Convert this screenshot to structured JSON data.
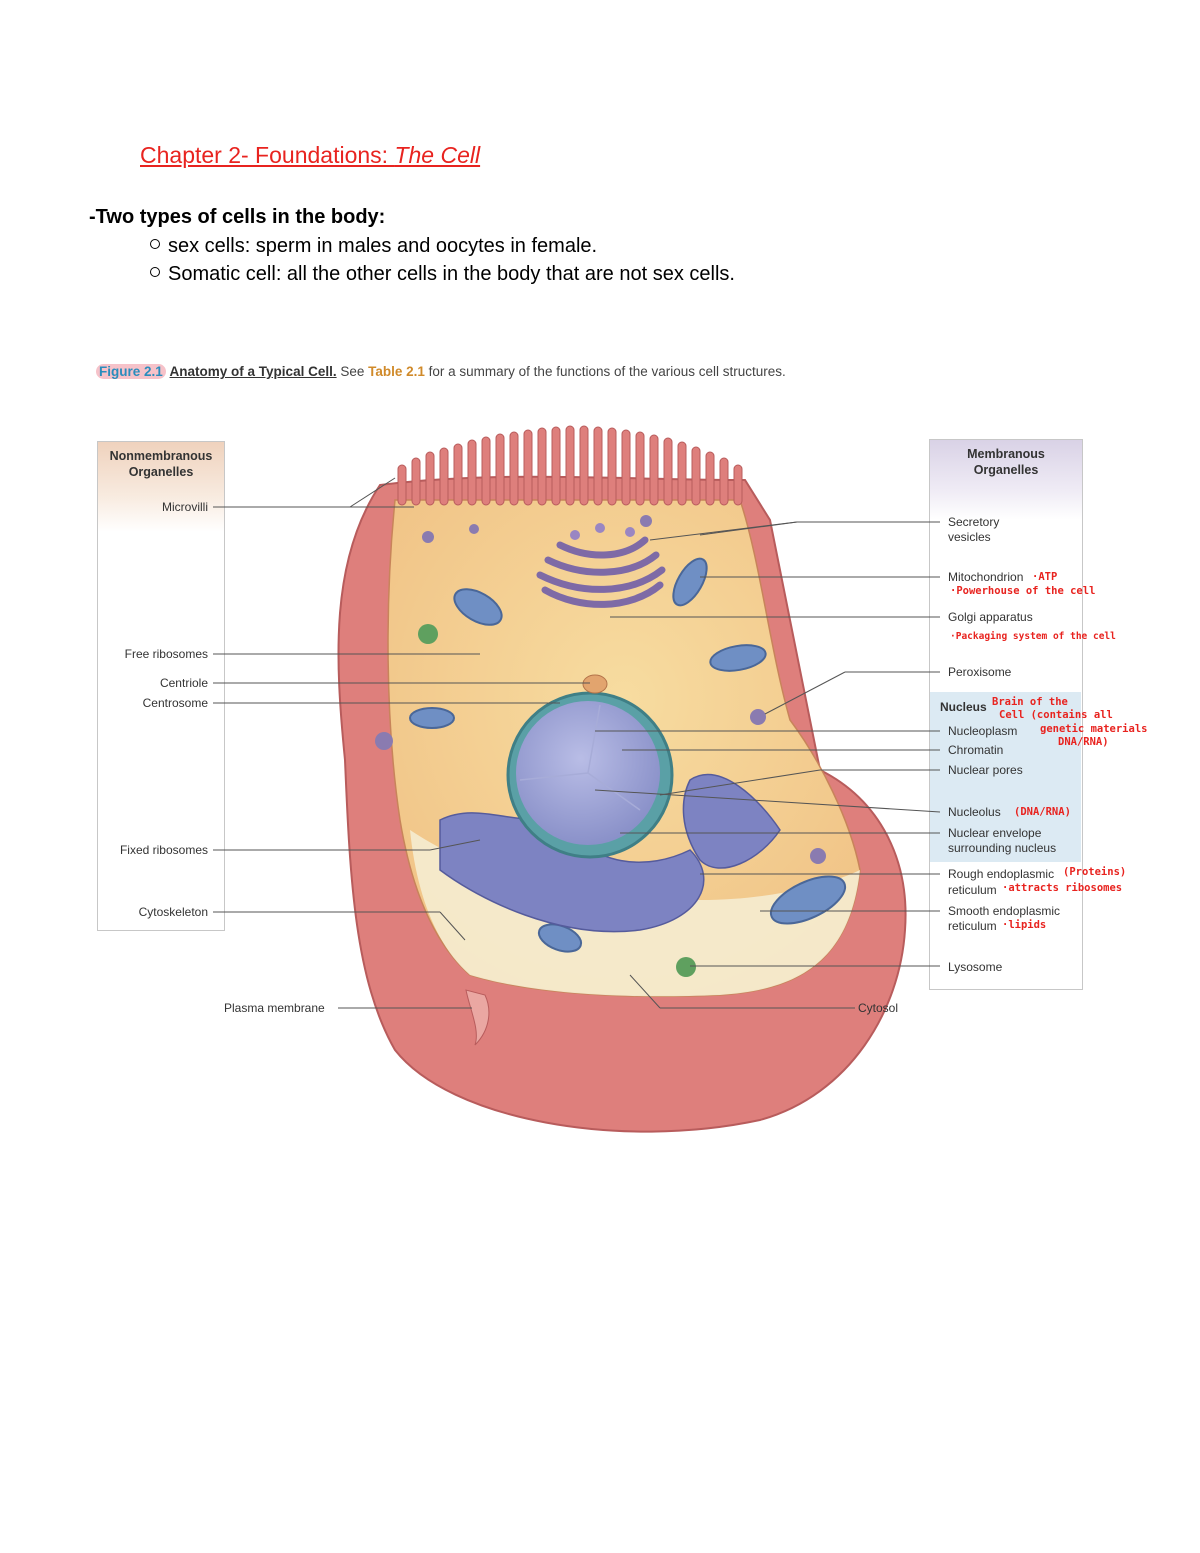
{
  "header": {
    "title_main": "Chapter 2- Foundations: ",
    "title_italic": "The Cell"
  },
  "body": {
    "types_heading": "-Two types of cells in the body:",
    "bullets": [
      "sex cells: sperm in males and oocytes in female.",
      "Somatic cell: all the other cells in the body that are not sex cells."
    ]
  },
  "figure": {
    "caption": {
      "fig_num": "Figure 2.1",
      "fig_name": "Anatomy of a Typical Cell.",
      "text_1": " See ",
      "table_ref": "Table 2.1",
      "text_2": " for a summary of the functions of the various cell structures."
    },
    "left_panel_title": "Nonmembranous Organelles",
    "right_panel_title": "Membranous Organelles",
    "left_labels": {
      "microvilli": "Microvilli",
      "free_ribosomes": "Free ribosomes",
      "centriole": "Centriole",
      "centrosome": "Centrosome",
      "fixed_ribosomes": "Fixed ribosomes",
      "cytoskeleton": "Cytoskeleton",
      "plasma_membrane": "Plasma membrane"
    },
    "right_labels": {
      "secretory_vesicles": "Secretory vesicles",
      "mitochondrion": "Mitochondrion",
      "golgi": "Golgi apparatus",
      "peroxisome": "Peroxisome",
      "nucleus": "Nucleus",
      "nucleoplasm": "Nucleoplasm",
      "chromatin": "Chromatin",
      "nuclear_pores": "Nuclear pores",
      "nucleolus": "Nucleolus",
      "nuclear_envelope": "Nuclear envelope surrounding nucleus",
      "rough_er": "Rough endoplasmic",
      "rough_er_2": "reticulum",
      "smooth_er": "Smooth endoplasmic",
      "smooth_er_2": "reticulum",
      "lysosome": "Lysosome",
      "cytosol": "Cytosol"
    },
    "annotations": {
      "atp": "·ATP",
      "powerhouse": "·Powerhouse of the cell",
      "golgi_note": "·Packaging system of the cell",
      "brain_1": "Brain of the",
      "brain_2": "Cell (contains all",
      "brain_3": "genetic materials",
      "brain_4": "DNA/RNA)",
      "dna_rna": "(DNA/RNA)",
      "proteins": "(Proteins)",
      "ribosomes": "·attracts ribosomes",
      "lipids": "·lipids"
    }
  }
}
